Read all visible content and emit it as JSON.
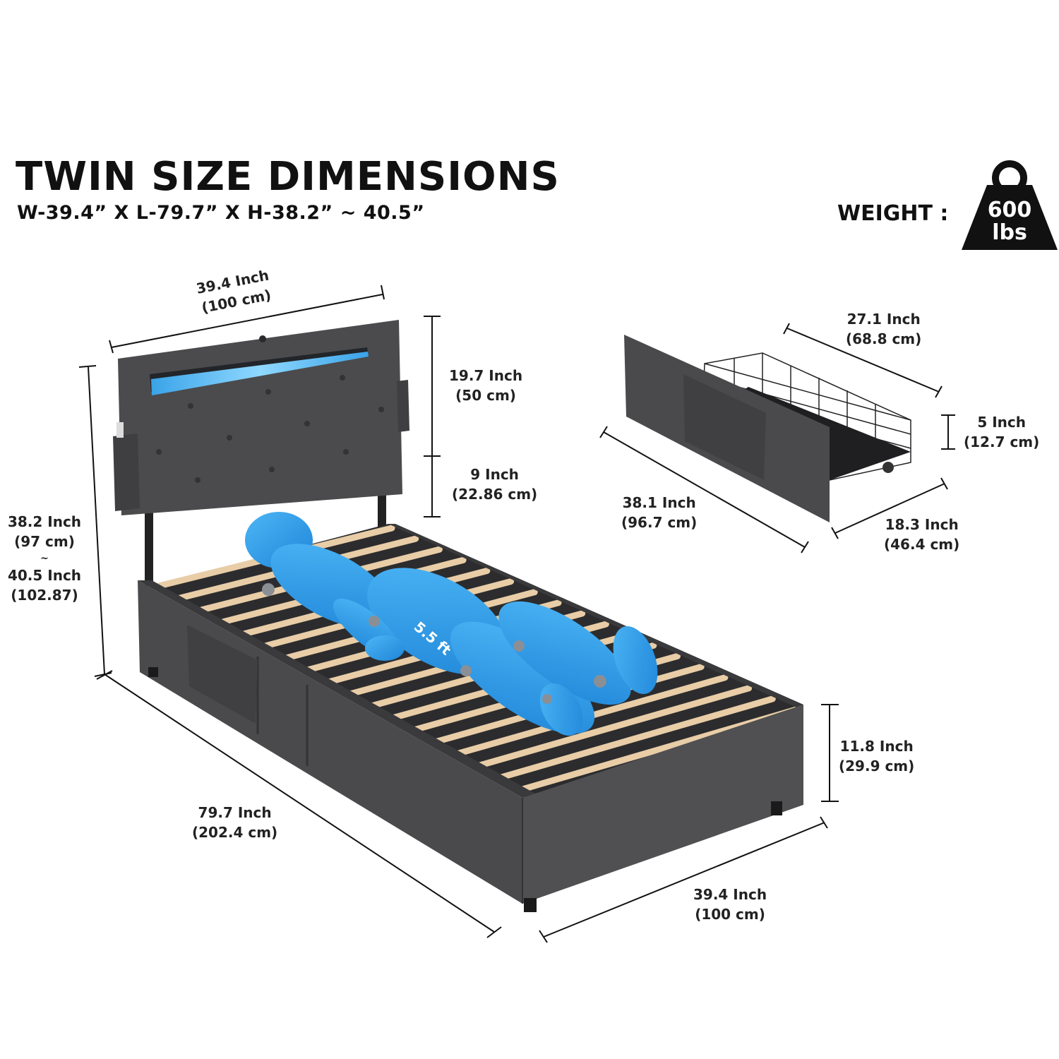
{
  "title": "TWIN SIZE DIMENSIONS",
  "subtitle": "W-39.4” X L-79.7” X H-38.2” ~ 40.5”",
  "weight": {
    "label": "WEIGHT :",
    "value": "600",
    "unit": "lbs"
  },
  "bed": {
    "headboard_width": {
      "inch": "39.4 Inch",
      "cm": "(100 cm)"
    },
    "headboard_height": {
      "inch": "19.7 Inch",
      "cm": "(50 cm)"
    },
    "leg_height": {
      "inch": "9 Inch",
      "cm": "(22.86 cm)"
    },
    "total_height": {
      "inch": "38.2 Inch",
      "cm": "(97 cm)",
      "sep": "~",
      "inch2": "40.5 Inch",
      "cm2": "(102.87)"
    },
    "length": {
      "inch": "79.7 Inch",
      "cm": "(202.4 cm)"
    },
    "width": {
      "inch": "39.4 Inch",
      "cm": "(100 cm)"
    },
    "frame_height": {
      "inch": "11.8 Inch",
      "cm": "(29.9 cm)"
    },
    "figure_label": "5.5 ft"
  },
  "drawer": {
    "width": {
      "inch": "27.1 Inch",
      "cm": "(68.8 cm)"
    },
    "height": {
      "inch": "5 Inch",
      "cm": "(12.7 cm)"
    },
    "length": {
      "inch": "38.1 Inch",
      "cm": "(96.7 cm)"
    },
    "depth": {
      "inch": "18.3 Inch",
      "cm": "(46.4 cm)"
    }
  },
  "colors": {
    "fabric": "#4a4a4c",
    "fabric_dark": "#3a3a3c",
    "slat": "#e8cda7",
    "led": "#5ab8f0",
    "figure": "#2b9be6",
    "ink": "#111111"
  }
}
